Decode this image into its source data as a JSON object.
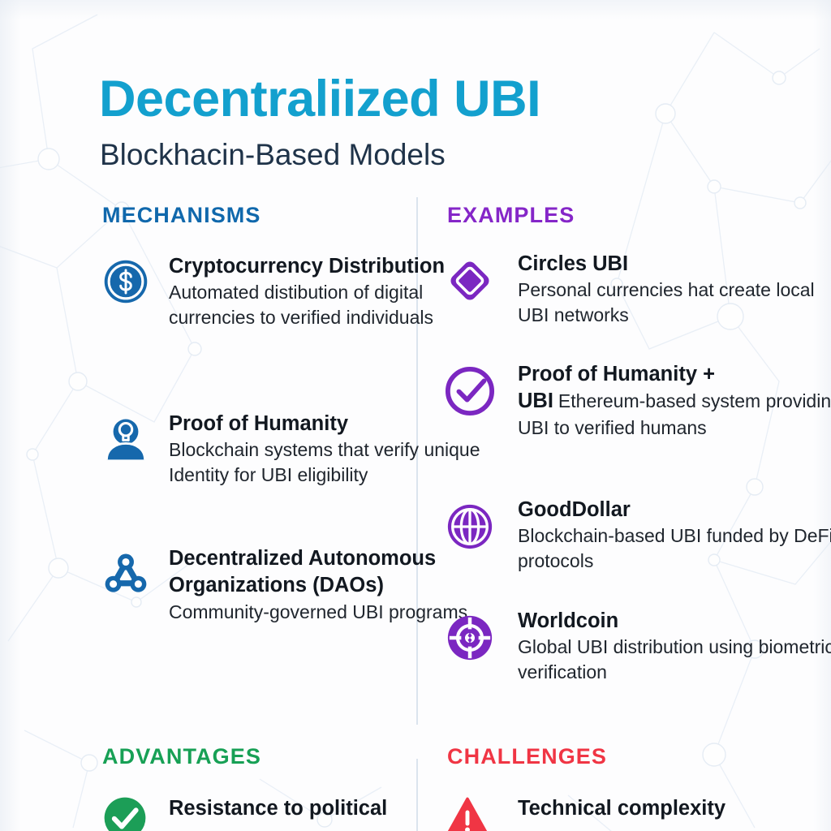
{
  "header": {
    "title": "Decentraliized UBI",
    "subtitle": "Blockhacin-Based Models"
  },
  "colors": {
    "title_blue": "#13A0CE",
    "subtitle_navy": "#1F3349",
    "mechanisms_blue": "#1068AC",
    "examples_purple": "#8526C8",
    "advantages_green": "#17A055",
    "challenges_red": "#F03544",
    "background": "#fdfdfe",
    "divider": "#dbe4ee"
  },
  "sections": {
    "mechanisms": {
      "heading": "MECHANISMS",
      "items": [
        {
          "icon": "dollar-coin-icon",
          "title": "Cryptocurrency Distribution",
          "desc": "Automated distibution of digital currencies to verified individuals"
        },
        {
          "icon": "person-fingerprint-icon",
          "title": "Proof of Humanity",
          "desc": "Blockchain systems that verify unique Identity for UBI eligibility"
        },
        {
          "icon": "network-nodes-icon",
          "title": "Decentralized Autonomous Organizations (DAOs)",
          "desc": "Community-governed UBI programs"
        }
      ]
    },
    "examples": {
      "heading": "EXAMPLES",
      "items": [
        {
          "icon": "diamond-icon",
          "title": "Circles UBI",
          "desc": "Personal currencies hat create local UBI networks"
        },
        {
          "icon": "check-circle-icon",
          "title": "Proof of Humanity + UBI",
          "desc": "Ethereum-based system providing UBI to verified humans"
        },
        {
          "icon": "globe-icon",
          "title": "GoodDollar",
          "desc": "Blockchain-based UBI funded by DeFi protocols"
        },
        {
          "icon": "crosshair-target-icon",
          "title": "Worldcoin",
          "desc": "Global UBI distribution using biometric verification"
        }
      ]
    },
    "advantages": {
      "heading": "ADVANTAGES",
      "items": [
        {
          "icon": "check-circle-filled-icon",
          "title": "Resistance to political"
        }
      ]
    },
    "challenges": {
      "heading": "CHALLENGES",
      "items": [
        {
          "icon": "warning-triangle-icon",
          "title": "Technical complexity"
        }
      ]
    }
  }
}
